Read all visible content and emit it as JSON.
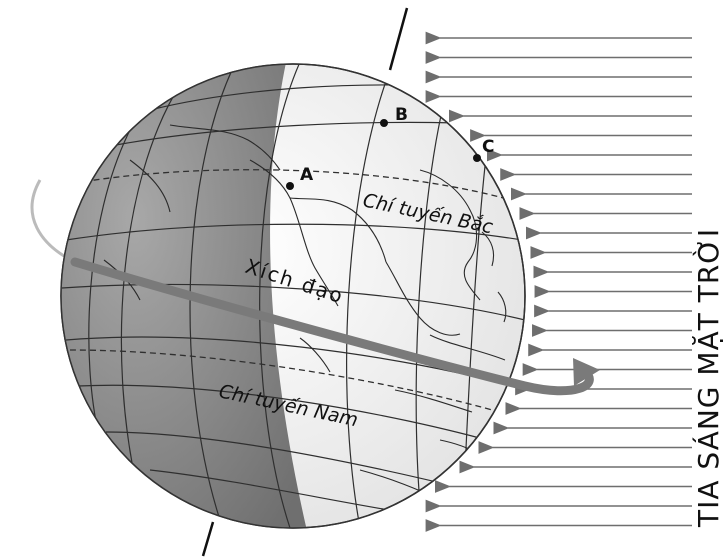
{
  "points": [
    {
      "id": "A",
      "label": "A"
    },
    {
      "id": "B",
      "label": "B"
    },
    {
      "id": "C",
      "label": "C"
    }
  ],
  "labels": {
    "tropic_north": "Chí tuyến Bắc",
    "equator": "Xích đạo",
    "tropic_south": "Chí tuyến Nam",
    "sun_rays": "TIA SÁNG MẶT TRỜI"
  },
  "colors": {
    "night_side": "#8a8a8a",
    "day_side": "#f2f2f2",
    "grid": "#333333",
    "ray": "#6e6e6e",
    "orbit_arrow": "#777777"
  }
}
